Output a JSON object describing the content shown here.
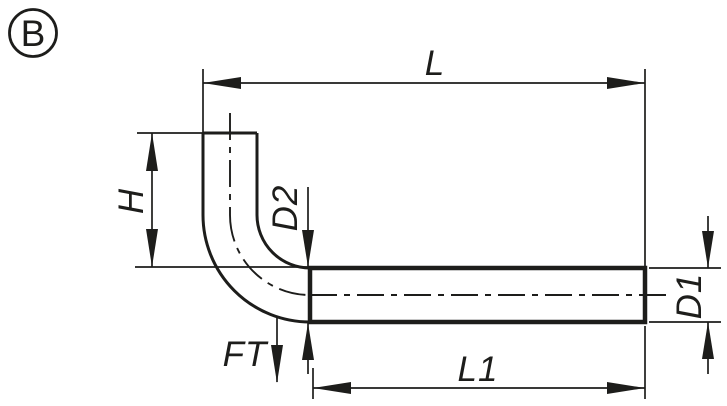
{
  "drawing": {
    "view_label": "B",
    "type": "technical-drawing",
    "subject": "L-shaped bent rod with threaded end (hook bolt), side view",
    "colors": {
      "ink": "#1d1d1b",
      "background": "#ffffff"
    },
    "dimension_labels": {
      "overall_length": "L",
      "leg_height": "H",
      "shank_diameter": "D2",
      "thread_diameter": "D1",
      "thread_length": "L1",
      "force": "FT"
    }
  }
}
